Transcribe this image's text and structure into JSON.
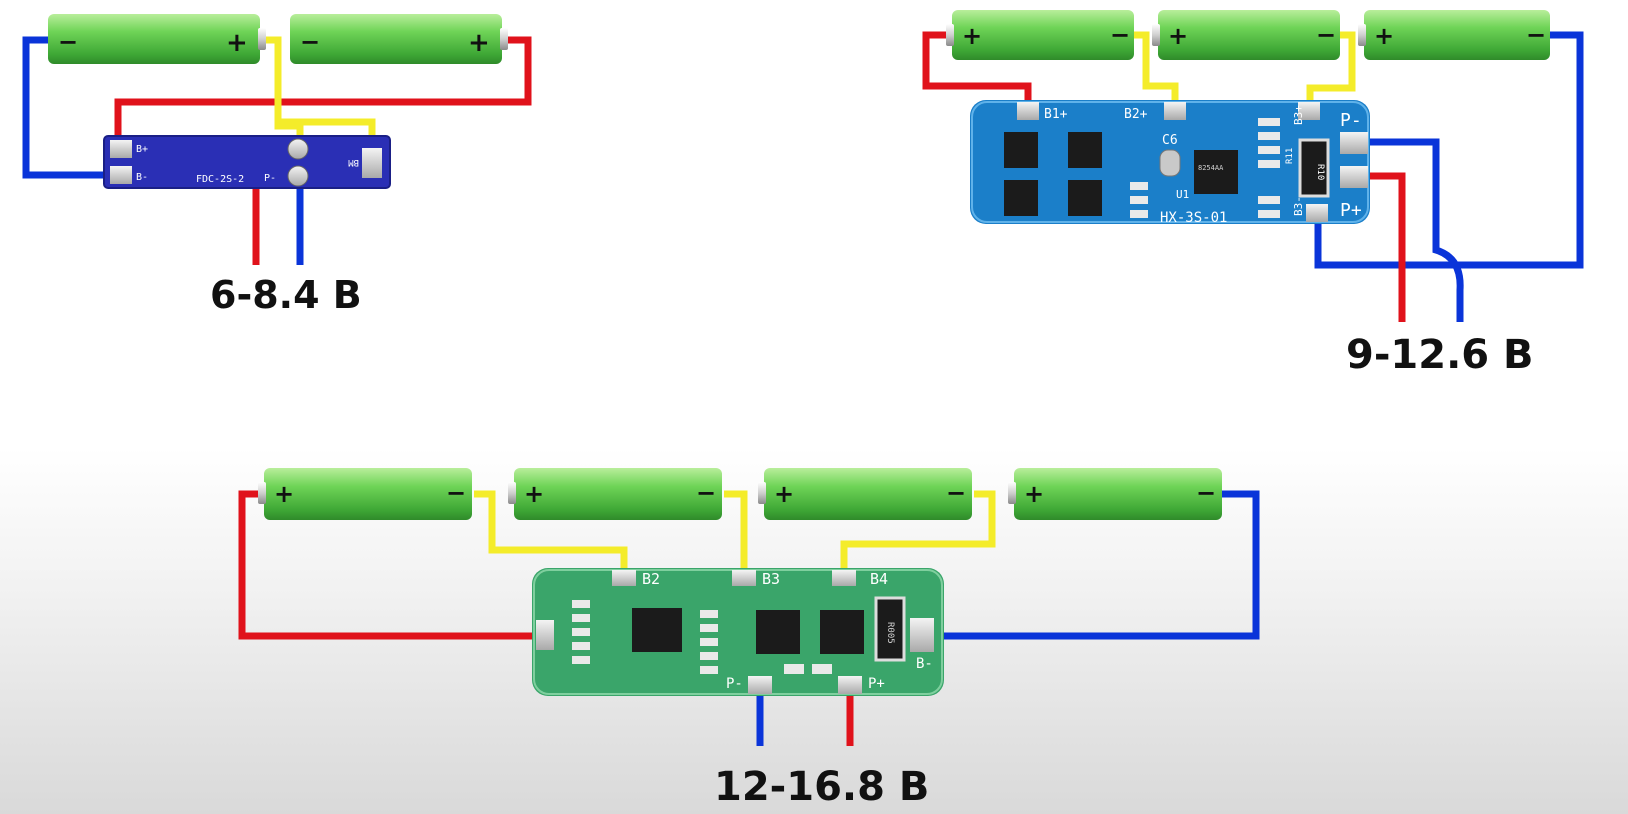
{
  "colors": {
    "red_wire": "#e0121b",
    "blue_wire": "#0a34d9",
    "yellow_wire": "#f4ec2a",
    "cell_green": "#5ec64c",
    "board_2s": "#2a2fb5",
    "board_3s": "#1b7fc9",
    "board_4s": "#3aa56a"
  },
  "circuits": [
    {
      "id": "2s",
      "voltage_label": "6-8.4 B",
      "cells": [
        {
          "left": "−",
          "right": "+"
        },
        {
          "left": "−",
          "right": "+"
        }
      ],
      "board": {
        "silk_model": "FDC-2S-2",
        "pads": [
          "B+",
          "B-",
          "P-",
          "BM"
        ]
      }
    },
    {
      "id": "3s",
      "voltage_label": "9-12.6 B",
      "cells": [
        {
          "left": "+",
          "right": "−"
        },
        {
          "left": "+",
          "right": "−"
        },
        {
          "left": "+",
          "right": "−"
        }
      ],
      "board": {
        "silk_model": "HX-3S-01",
        "pads": [
          "B1+",
          "B2+",
          "B3+",
          "P-",
          "P+",
          "B3-"
        ],
        "components": [
          "C6",
          "U1",
          "R10",
          "R11"
        ]
      }
    },
    {
      "id": "4s",
      "voltage_label": "12-16.8 B",
      "cells": [
        {
          "left": "+",
          "right": "−"
        },
        {
          "left": "+",
          "right": "−"
        },
        {
          "left": "+",
          "right": "−"
        },
        {
          "left": "+",
          "right": "−"
        }
      ],
      "board": {
        "pads": [
          "B2",
          "B3",
          "B4",
          "B-",
          "P-",
          "P+"
        ],
        "components": [
          "R005"
        ]
      }
    }
  ]
}
